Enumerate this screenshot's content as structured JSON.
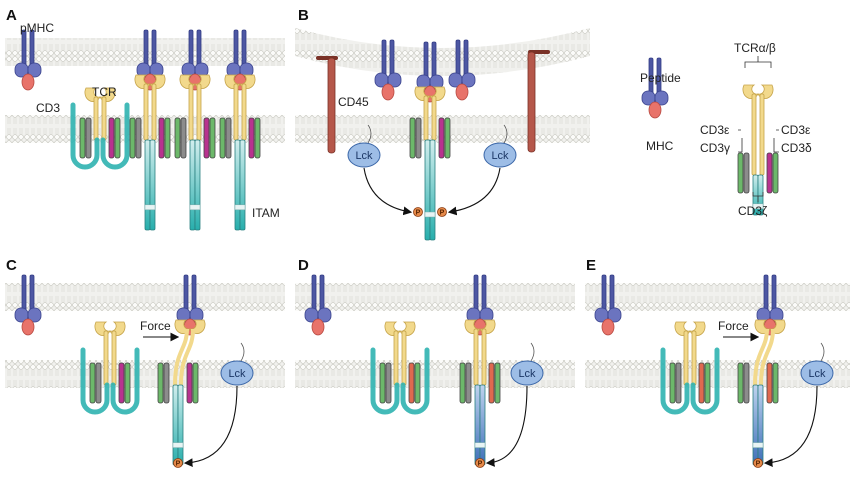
{
  "panels": {
    "a": "A",
    "b": "B",
    "c": "C",
    "d": "D",
    "e": "E"
  },
  "labels": {
    "pmhc": "pMHC",
    "tcr": "TCR",
    "cd3": "CD3",
    "itam": "ITAM",
    "cd45": "CD45",
    "lck": "Lck",
    "force": "Force",
    "phospho": "P"
  },
  "legend": {
    "peptide": "Peptide",
    "mhc": "MHC",
    "tcr_ab": "TCRα/β",
    "cd3e_left": "CD3ε",
    "cd3e_right": "CD3ε",
    "cd3g": "CD3γ",
    "cd3d": "CD3δ",
    "cd3z": "CD3ζ"
  },
  "colors": {
    "mhc": "#6b74bf",
    "peptide": "#e8736a",
    "tcr": "#f2d98c",
    "cd3e": "#6cb86a",
    "cd3g": "#8c8c8c",
    "cd3d": "#b8338f",
    "cd3z": "#2fb2b0",
    "lck": "#9dbde6",
    "cd45": "#b5574a",
    "phosphate": "#e68a4a"
  }
}
